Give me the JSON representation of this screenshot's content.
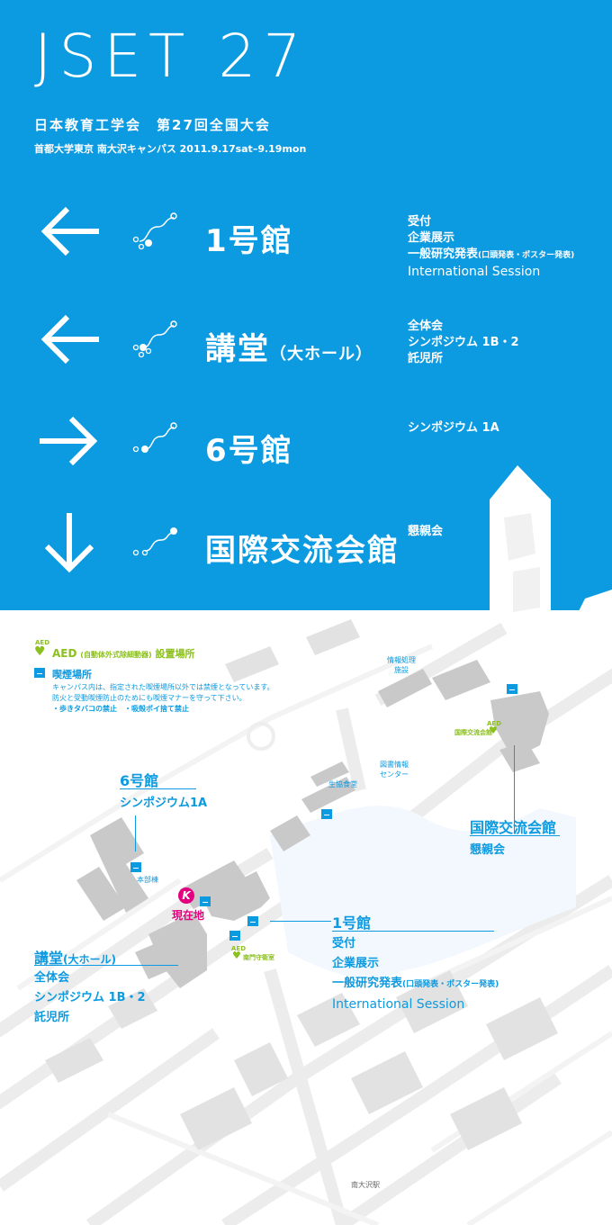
{
  "header": {
    "logo": "JSET 27",
    "subtitle": "日本教育工学会　第27回全国大会",
    "venue": "首都大学東京 南大沢キャンパス 2011.9.17sat–9.19mon"
  },
  "directions": [
    {
      "arrow": "left-arrow",
      "name": "1号館",
      "suffix": "",
      "lines": [
        "受付",
        "企業展示"
      ],
      "line3_main": "一般研究発表",
      "line3_small": "(口頭発表・ポスター発表)",
      "line4": "International Session"
    },
    {
      "arrow": "left-arrow",
      "name": "講堂",
      "suffix": "（大ホール）",
      "lines": [
        "全体会",
        "シンポジウム 1B・2",
        "託児所"
      ]
    },
    {
      "arrow": "right-arrow",
      "name": "6号館",
      "suffix": "",
      "lines": [
        "シンポジウム 1A"
      ]
    },
    {
      "arrow": "down-arrow",
      "name": "国際交流会館",
      "suffix": "",
      "lines": [
        "懇親会"
      ]
    }
  ],
  "legend": {
    "aed_small": "AED",
    "aed_label": "AED",
    "aed_note": "(自動体外式除細動器)",
    "aed_place": "設置場所",
    "smoking_title": "喫煙場所",
    "smoking_text1": "キャンパス内は、指定された喫煙場所以外では禁煙となっています。",
    "smoking_text2": "防火と受動喫煙防止のためにも喫煙マナーを守って下さい。",
    "smoking_rules": "・歩きタバコの禁止　・吸殻ポイ捨て禁止"
  },
  "map": {
    "b6_title": "6号館",
    "b6_line": "シンポジウム1A",
    "kokusai_title": "国際交流会館",
    "kokusai_line": "懇親会",
    "b1_title": "1号館",
    "b1_lines": [
      "受付",
      "企業展示"
    ],
    "b1_line3_main": "一般研究発表",
    "b1_line3_small": "(口頭発表・ポスター発表)",
    "b1_line4": "International Session",
    "kodo_title": "講堂",
    "kodo_suffix": "(大ホール)",
    "kodo_lines": [
      "全体会",
      "シンポジウム 1B・2",
      "託児所"
    ],
    "current": "現在地",
    "current_icon": "K",
    "jouhou1": "情報処理",
    "jouhou2": "施設",
    "tosho1": "図書情報",
    "tosho2": "センター",
    "seikyo": "生協食堂",
    "honbu": "本部棟",
    "station": "南大沢駅",
    "aed_kokusai": "国際交流会館",
    "aed_minami": "南門守衛室"
  },
  "colors": {
    "brand": "#0c9ae0",
    "aed": "#8cc01f",
    "current": "#e4007f",
    "building": "#c9c9c9",
    "road": "#e6e6e6"
  }
}
